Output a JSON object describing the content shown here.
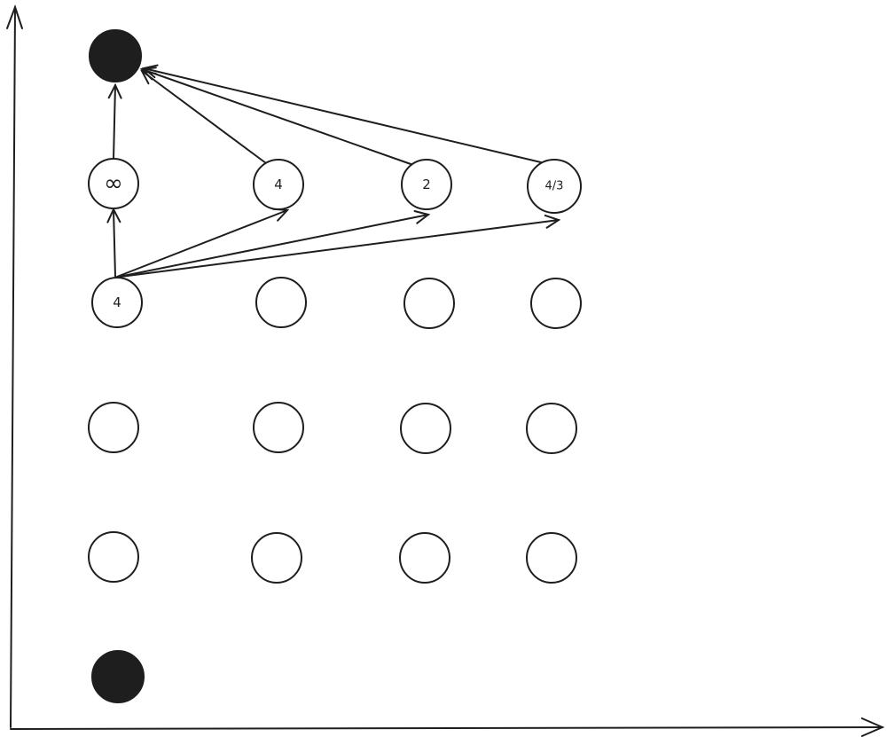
{
  "diagram": {
    "stroke_color": "#1e1e1e",
    "fill_color": "#1e1e1e",
    "top_node": {
      "label": "",
      "filled": true
    },
    "bottom_node": {
      "label": "",
      "filled": true
    },
    "rows": [
      {
        "labels": [
          "∞",
          "4",
          "2",
          "4/3"
        ]
      },
      {
        "labels": [
          "4",
          "",
          "",
          ""
        ]
      },
      {
        "labels": [
          "",
          "",
          "",
          ""
        ]
      },
      {
        "labels": [
          "",
          "",
          "",
          ""
        ]
      }
    ],
    "edges": [
      {
        "from": "row1-col0",
        "to": "row0-col0"
      },
      {
        "from": "row1-col0",
        "to": "row0-col1"
      },
      {
        "from": "row1-col0",
        "to": "row0-col2"
      },
      {
        "from": "row1-col0",
        "to": "row0-col3"
      },
      {
        "from": "row0-col0",
        "to": "top"
      },
      {
        "from": "row0-col1",
        "to": "top"
      },
      {
        "from": "row0-col2",
        "to": "top"
      },
      {
        "from": "row0-col3",
        "to": "top"
      }
    ]
  }
}
